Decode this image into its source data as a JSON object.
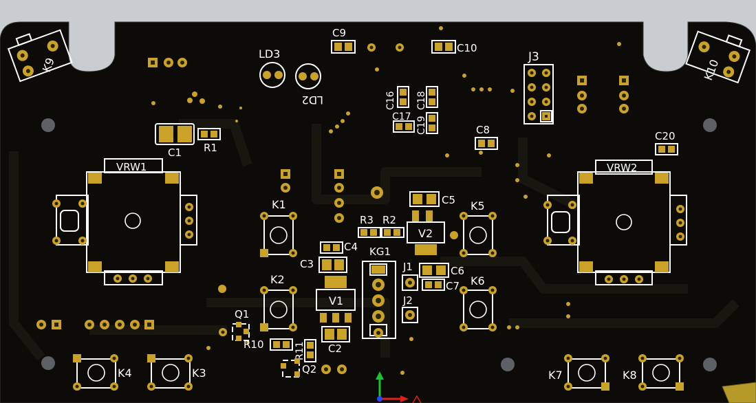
{
  "colors": {
    "background": "#c9ccd0",
    "board": "#0c0b08",
    "trace": "#17160f",
    "pad": "#c9a227",
    "pad_dark": "#8a6c12",
    "hole": "#2a2408",
    "silk": "#ffffff",
    "mount_hole": "#5d6166",
    "axis_x": "#e0201b",
    "axis_y": "#19c332",
    "axis_z": "#2b46ff"
  },
  "labels": {
    "vrw1": "VRW1",
    "vrw2": "VRW2",
    "c1": "C1",
    "r1": "R1",
    "ld3": "LD3",
    "ld2": "LD2",
    "c9": "C9",
    "c10": "C10",
    "c16": "C16",
    "c17": "C17",
    "c18": "C18",
    "c19": "C19",
    "c8": "C8",
    "c20": "C20",
    "j3": "J3",
    "k9": "K9",
    "k10": "K10",
    "k1": "K1",
    "k2": "K2",
    "k3": "K3",
    "k4": "K4",
    "k5": "K5",
    "k6": "K6",
    "k7": "K7",
    "k8": "K8",
    "r3": "R3",
    "r2": "R2",
    "c5": "C5",
    "v2": "V2",
    "c4": "C4",
    "c3": "C3",
    "kg1": "KG1",
    "j1": "J1",
    "j2": "J2",
    "c6": "C6",
    "c7": "C7",
    "v1": "V1",
    "c2": "C2",
    "q1": "Q1",
    "q2": "Q2",
    "r10": "R10",
    "r11": "R11"
  }
}
